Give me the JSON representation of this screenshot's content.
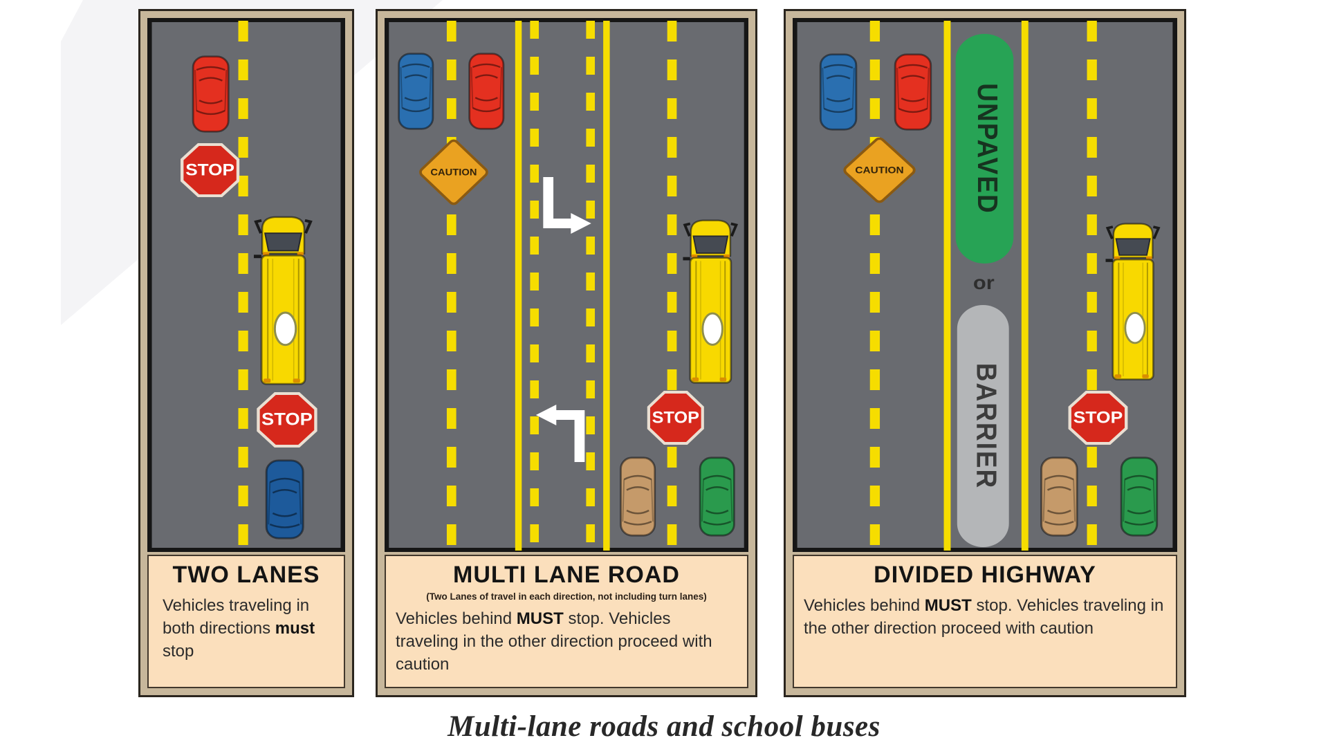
{
  "colors": {
    "page_bg": "#ffffff",
    "wedge": "#f4f4f6",
    "frame_tan": "#c7b79b",
    "frame_border": "#2a251e",
    "road_gray": "#696b70",
    "road_border": "#161616",
    "lane_yellow": "#f6dd00",
    "caption_bg": "#fbdfbc",
    "caption_border": "#42382c",
    "stop_red": "#d6281c",
    "stop_ring": "#eadfd2",
    "caution_amber": "#eaa221",
    "caution_border": "#8a5a12",
    "unpaved_green": "#27a355",
    "unpaved_text": "#173320",
    "barrier_gray": "#b4b6b8",
    "barrier_text": "#3c3c3c",
    "car_red": "#e43020",
    "car_blue": "#2a6fb0",
    "car_blue_dark": "#1d5a9b",
    "car_brown": "#c59a6a",
    "car_green": "#2a9a4d",
    "bus_yellow": "#f8d900",
    "arrow_white": "#ffffff"
  },
  "signs": {
    "stop": "STOP",
    "caution": "CAUTION",
    "unpaved": "UNPAVED",
    "or": "or",
    "barrier": "BARRIER"
  },
  "panels": [
    {
      "title": "TWO LANES",
      "body_pre": "Vehicles traveling in both directions ",
      "body_bold": "must",
      "body_post": " stop"
    },
    {
      "title": "MULTI LANE ROAD",
      "subtitle": "(Two Lanes of travel in each direction, not including turn lanes)",
      "body_pre": "Vehicles behind ",
      "body_bold": "MUST",
      "body_post": " stop. Vehicles traveling in the other direction proceed with caution"
    },
    {
      "title": "DIVIDED HIGHWAY",
      "body_pre": "Vehicles behind ",
      "body_bold": "MUST",
      "body_post": " stop. Vehicles traveling in the other direction proceed with caution"
    }
  ],
  "figure_caption": "Multi-lane roads and school buses"
}
